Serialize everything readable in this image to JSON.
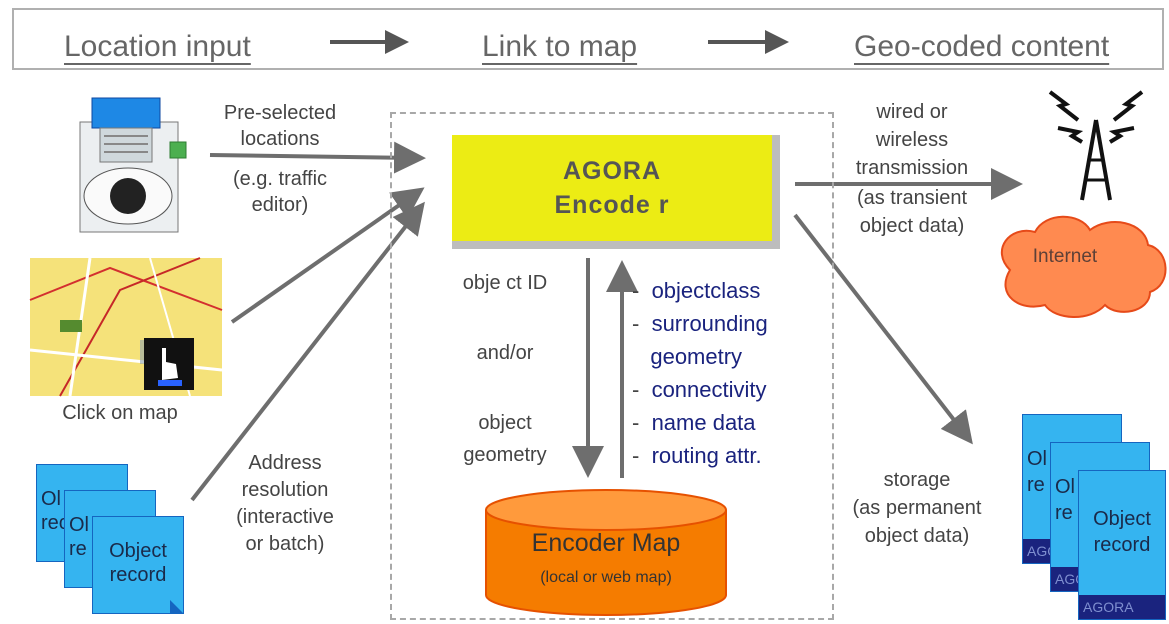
{
  "header": {
    "step1": "Location input",
    "step2": "Link to map",
    "step3": "Geo-coded content"
  },
  "inputs": {
    "preselected_lines": [
      "Pre-selected",
      "locations",
      "(e.g. traffic",
      "editor)"
    ],
    "click_on_map": "Click on map",
    "address_lines": [
      "Address",
      "resolution",
      "(interactive",
      "or  batch)"
    ],
    "object_record_front": [
      "Object",
      "record"
    ],
    "object_record_back1": [
      "Ol",
      "reco"
    ],
    "object_record_back2": [
      "Ol",
      "re"
    ]
  },
  "encoder": {
    "line1": "AGORA",
    "line2": "Encode r"
  },
  "link": {
    "left_lines": [
      "obje ct  ID",
      "and/or",
      "object",
      "geometry"
    ],
    "attributes": [
      "objectclass",
      "surrounding",
      "geometry",
      "connectivity",
      "name data",
      "routing attr."
    ],
    "dash": "-"
  },
  "encoder_map": {
    "title": "Encoder Map",
    "subtitle": "(local or web map)"
  },
  "outputs": {
    "transmission_lines": [
      "wired or",
      "wireless",
      "transmission",
      "(as transient",
      "object data)"
    ],
    "internet": "Internet",
    "storage_lines": [
      "storage",
      "(as permanent",
      "object data)"
    ],
    "stored_record_front": [
      "Object",
      "record"
    ],
    "stored_record_back": [
      "Ol",
      "re"
    ],
    "agora_band": "AGORA"
  },
  "colors": {
    "encoder_yellow": "#ecec14",
    "map_orange": "#f57c00",
    "document_blue": "#35b4f0",
    "arrow_gray": "#6e6e6e",
    "attribute_text": "#1a237e"
  }
}
